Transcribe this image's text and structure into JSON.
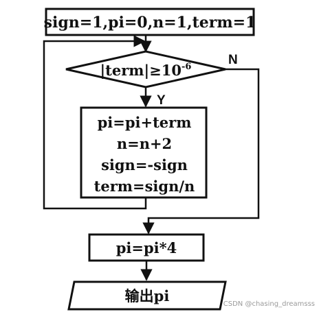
{
  "nodes": {
    "init": "sign=1,pi=0,n=1,term=1",
    "condition": {
      "lhs": "|term|≥10",
      "exponent": "-6"
    },
    "loop_body": [
      "pi=pi+term",
      "n=n+2",
      "sign=-sign",
      "term=sign/n"
    ],
    "multiply": "pi=pi*4",
    "output": "输出pi"
  },
  "edge_labels": {
    "yes": "Y",
    "no": "N"
  },
  "watermark": "CSDN @chasing_dreamsss"
}
